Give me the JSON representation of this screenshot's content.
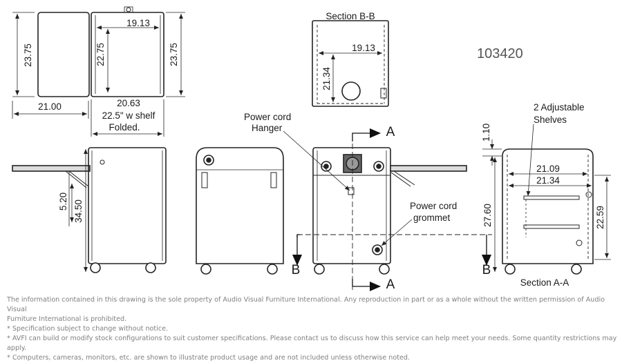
{
  "drawing": {
    "model_number": "103420",
    "dimensions": {
      "top_left_height": "23.75",
      "top_left_width": "21.00",
      "top_mid_inner_width": "19.13",
      "top_mid_inner_height": "22.75",
      "top_mid_outer_height": "23.75",
      "top_mid_width": "20.63",
      "shelf_note": "22.5\" w shelf",
      "folded_note": "Folded.",
      "front_shelf_drop": "5.20",
      "front_height": "34.50",
      "section_bb_width": "19.13",
      "section_bb_height": "21.34",
      "aa_top": "1.10",
      "aa_width_1": "21.09",
      "aa_width_2": "21.34",
      "aa_height_left": "27.60",
      "aa_height_right": "22.59"
    },
    "labels": {
      "section_bb": "Section B-B",
      "section_aa": "Section A-A",
      "power_cord_hanger_1": "Power cord",
      "power_cord_hanger_2": "Hanger",
      "power_cord_grommet_1": "Power cord",
      "power_cord_grommet_2": "grommet",
      "adjustable_shelves_1": "2 Adjustable",
      "adjustable_shelves_2": "Shelves",
      "cut_a": "A",
      "cut_b": "B"
    }
  },
  "notes": {
    "line1": "The information contained in this drawing is the sole property of Audio Visual Furniture International. Any reproduction in part or as a whole without the written permission of Audio Visual",
    "line2": "Furniture International is prohibited.",
    "line3": "* Specification subject to change without notice.",
    "line4": "* AVFI can build or modify stock configurations to suit customer specifications. Please contact us to discuss how this service can help meet your needs. Some quantity restrictions may apply.",
    "line5": "* Computers, cameras, monitors, etc. are shown to illustrate product usage and are not included unless otherwise noted."
  }
}
